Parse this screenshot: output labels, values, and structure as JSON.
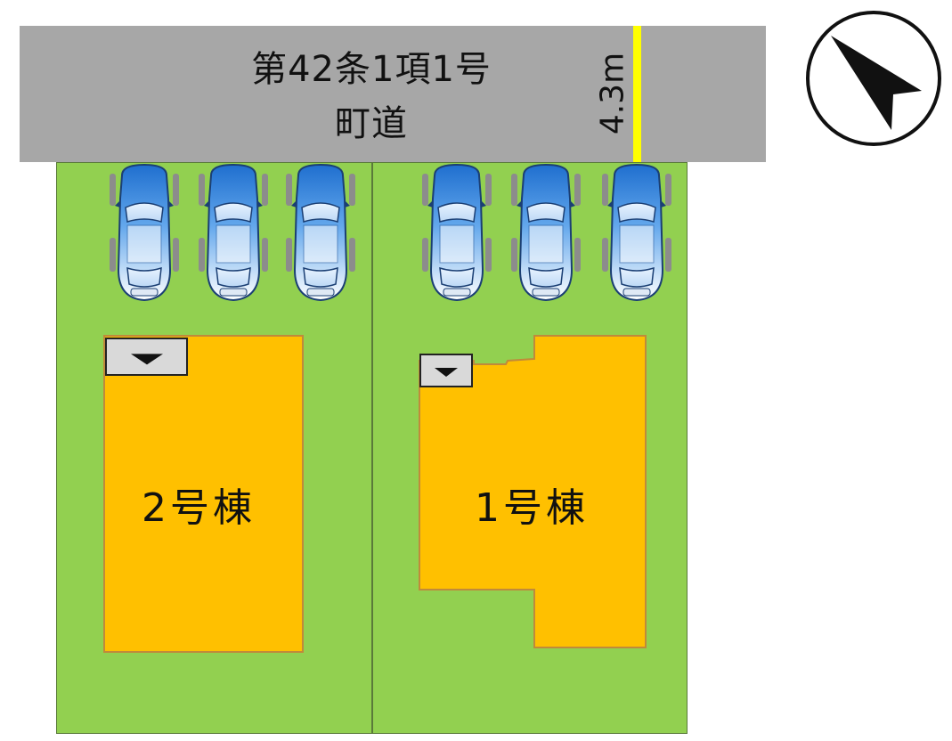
{
  "road": {
    "line1": "第42条1項1号",
    "line2": "町道",
    "width_label": "4.3m"
  },
  "buildings": {
    "building_2": "2号棟",
    "building_1": "1号棟"
  },
  "colors": {
    "road": "#a7a7a7",
    "lot": "#92d050",
    "building": "#ffc000",
    "road_width_marker": "#ffff00",
    "car_body": "#2f7fd6"
  },
  "parking": {
    "left_lot_spaces": 3,
    "right_lot_spaces": 3
  },
  "icons": [
    "compass-north-arrow-icon",
    "car-icon",
    "entrance-marker-icon"
  ]
}
